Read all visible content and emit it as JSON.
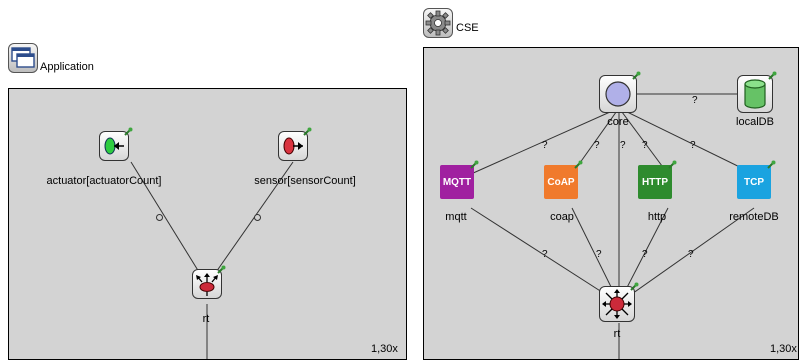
{
  "application": {
    "title": "Application",
    "zoom": "1,30x",
    "nodes": {
      "actuator": "actuator[actuatorCount]",
      "sensor": "sensor[sensorCount]",
      "rt": "rt"
    }
  },
  "cse": {
    "title": "CSE",
    "zoom": "1,30x",
    "nodes": {
      "core": "core",
      "localDB": "localDB",
      "mqtt": "mqtt",
      "coap": "coap",
      "http": "http",
      "remoteDB": "remoteDB",
      "rt": "rt"
    },
    "protocol_badges": {
      "mqtt": "MQTT",
      "coap": "CoAP",
      "http": "HTTP",
      "tcp": "TCP"
    },
    "connection_marker": "?",
    "colors": {
      "mqtt": "#a020a0",
      "coap": "#f07a2c",
      "http": "#2e8b2e",
      "tcp": "#1aa3e0",
      "localDB": "#66c266",
      "core": "#b0b0e8"
    }
  }
}
